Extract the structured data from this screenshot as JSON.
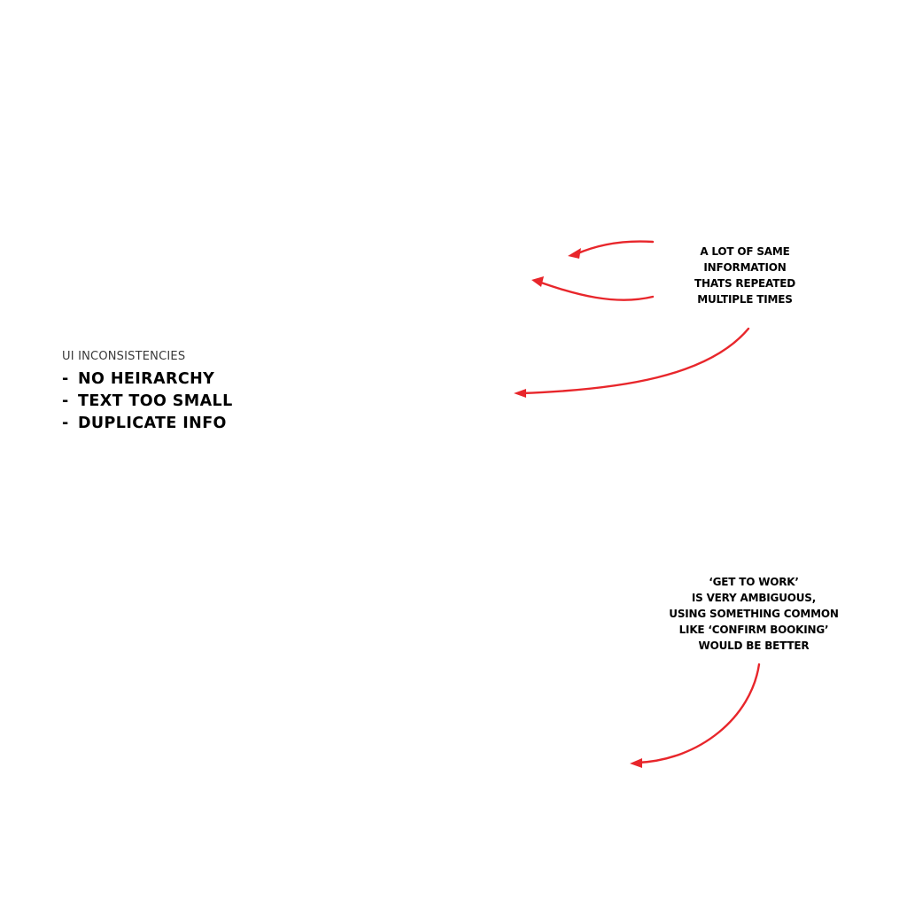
{
  "issues": {
    "heading": "UI INCONSISTENCIES",
    "items": [
      "NO HEIRARCHY",
      "TEXT TOO SMALL",
      "DUPLICATE INFO"
    ],
    "bullet": "-"
  },
  "notes": {
    "repeated_info": {
      "lines": [
        "A LOT OF SAME",
        "INFORMATION",
        "THATS REPEATED",
        "MULTIPLE TIMES"
      ]
    },
    "cta_label": {
      "lines": [
        "‘GET TO WORK’",
        "IS VERY AMBIGUOUS,",
        "USING SOMETHING COMMON",
        "LIKE ‘CONFIRM BOOKING’",
        "WOULD BE BETTER"
      ]
    }
  },
  "colors": {
    "arrow": "#e8262b",
    "text": "#000000",
    "heading": "#3a3a3a",
    "background": "#ffffff"
  },
  "icons": {
    "arrow": "curved-arrow-icon"
  }
}
